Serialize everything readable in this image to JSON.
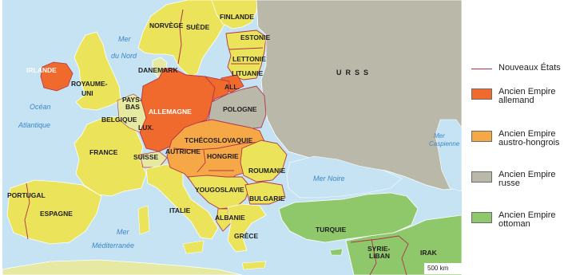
{
  "map": {
    "countries": [
      {
        "key": "finlande",
        "name": "FINLANDE"
      },
      {
        "key": "norvege",
        "name": "NORVÈGE"
      },
      {
        "key": "suede",
        "name": "SUÈDE"
      },
      {
        "key": "estonie",
        "name": "ESTONIE"
      },
      {
        "key": "lettonie",
        "name": "LETTONIE"
      },
      {
        "key": "lituanie",
        "name": "LITUANIE"
      },
      {
        "key": "all",
        "name": "ALL."
      },
      {
        "key": "irlande",
        "name": "IRLANDE"
      },
      {
        "key": "danemark",
        "name": "DANEMARK"
      },
      {
        "key": "royaume_uni_1",
        "name": "ROYAUME-"
      },
      {
        "key": "royaume_uni_2",
        "name": "UNI"
      },
      {
        "key": "pays_bas_1",
        "name": "PAYS-"
      },
      {
        "key": "pays_bas_2",
        "name": "BAS"
      },
      {
        "key": "allemagne",
        "name": "ALLEMAGNE"
      },
      {
        "key": "pologne",
        "name": "POLOGNE"
      },
      {
        "key": "belgique",
        "name": "BELGIQUE"
      },
      {
        "key": "lux",
        "name": "LUX."
      },
      {
        "key": "tchecoslovaquie",
        "name": "TCHÉCOSLOVAQUIE"
      },
      {
        "key": "france",
        "name": "FRANCE"
      },
      {
        "key": "suisse",
        "name": "SUISSE"
      },
      {
        "key": "autriche",
        "name": "AUTRICHE"
      },
      {
        "key": "hongrie",
        "name": "HONGRIE"
      },
      {
        "key": "roumanie",
        "name": "ROUMANIE"
      },
      {
        "key": "yougoslavie",
        "name": "YOUGOSLAVIE"
      },
      {
        "key": "bulgarie",
        "name": "BULGARIE"
      },
      {
        "key": "portugal",
        "name": "PORTUGAL"
      },
      {
        "key": "espagne",
        "name": "ESPAGNE"
      },
      {
        "key": "italie",
        "name": "ITALIE"
      },
      {
        "key": "albanie",
        "name": "ALBANIE"
      },
      {
        "key": "grece",
        "name": "GRÈCE"
      },
      {
        "key": "turquie",
        "name": "TURQUIE"
      },
      {
        "key": "syrie_1",
        "name": "SYRIE-"
      },
      {
        "key": "syrie_2",
        "name": "LIBAN"
      },
      {
        "key": "irak",
        "name": "IRAK"
      }
    ],
    "urss": "URSS",
    "seas": [
      {
        "key": "mer_nord_1",
        "name": "Mer"
      },
      {
        "key": "mer_nord_2",
        "name": "du Nord"
      },
      {
        "key": "ocean_1",
        "name": "Océan"
      },
      {
        "key": "ocean_2",
        "name": "Atlantique"
      },
      {
        "key": "mer_noire",
        "name": "Mer Noire"
      },
      {
        "key": "caspienne_1",
        "name": "Mer"
      },
      {
        "key": "caspienne_2",
        "name": "Caspienne"
      },
      {
        "key": "mediterranee_1",
        "name": "Mer"
      },
      {
        "key": "mediterranee_2",
        "name": "Méditerranée"
      }
    ],
    "scale_label": "500 km"
  },
  "legend": {
    "items": [
      {
        "kind": "line",
        "color": "#b2334b",
        "lines": [
          "Nouveaux États"
        ]
      },
      {
        "kind": "swatch",
        "color": "#ef6a2c",
        "lines": [
          "Ancien Empire",
          "allemand"
        ]
      },
      {
        "kind": "swatch",
        "color": "#f6a746",
        "lines": [
          "Ancien Empire",
          "austro-hongrois"
        ]
      },
      {
        "kind": "swatch",
        "color": "#b9b8a9",
        "lines": [
          "Ancien Empire",
          "russe"
        ]
      },
      {
        "kind": "swatch",
        "color": "#8fc76b",
        "lines": [
          "Ancien Empire",
          "ottoman"
        ]
      }
    ]
  },
  "colors": {
    "sea": "#c5e3f3",
    "neutral": "#e6e9a2",
    "new_state": "#ebe359",
    "german": "#ef6a2c",
    "austro": "#f6a746",
    "russian": "#b9b8a9",
    "ottoman": "#8fc76b",
    "border": "#b2334b"
  }
}
